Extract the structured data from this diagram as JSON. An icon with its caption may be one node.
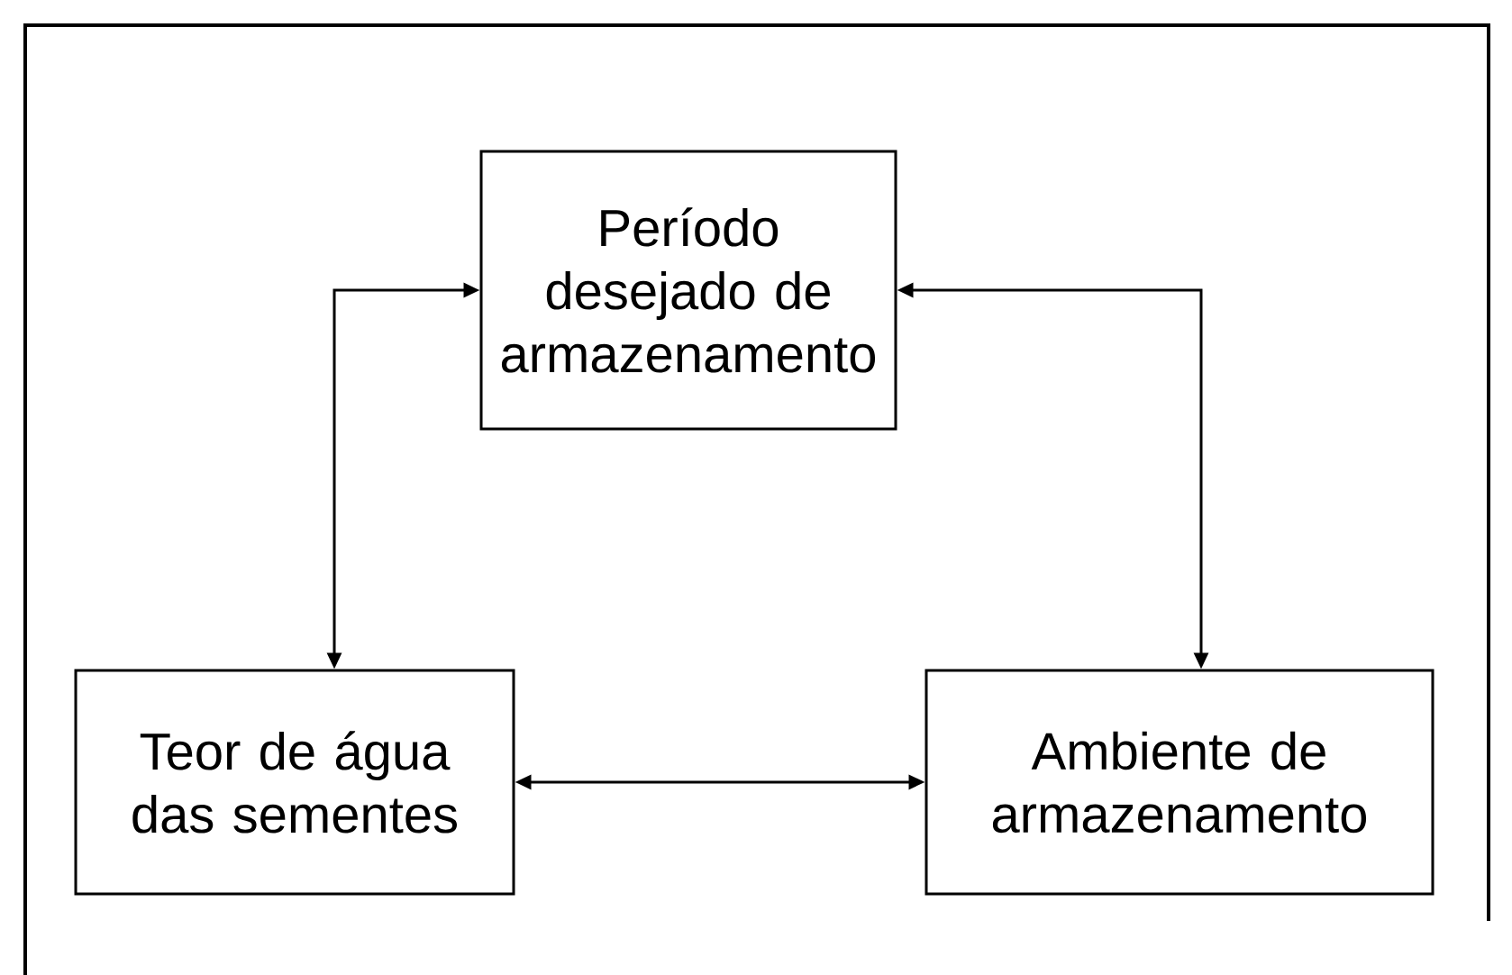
{
  "diagram": {
    "nodes": [
      {
        "text": [
          "Período desejado de armazenamento"
        ]
      },
      {
        "text": [
          "Teor de água das sementes"
        ]
      },
      {
        "text": [
          "Ambiente de armazenamento"
        ]
      }
    ],
    "edges": [
      {
        "from": 0,
        "to": 1,
        "arrow": "both"
      },
      {
        "from": 0,
        "to": 2,
        "arrow": "both"
      },
      {
        "from": 1,
        "to": 2,
        "arrow": "both"
      }
    ]
  }
}
